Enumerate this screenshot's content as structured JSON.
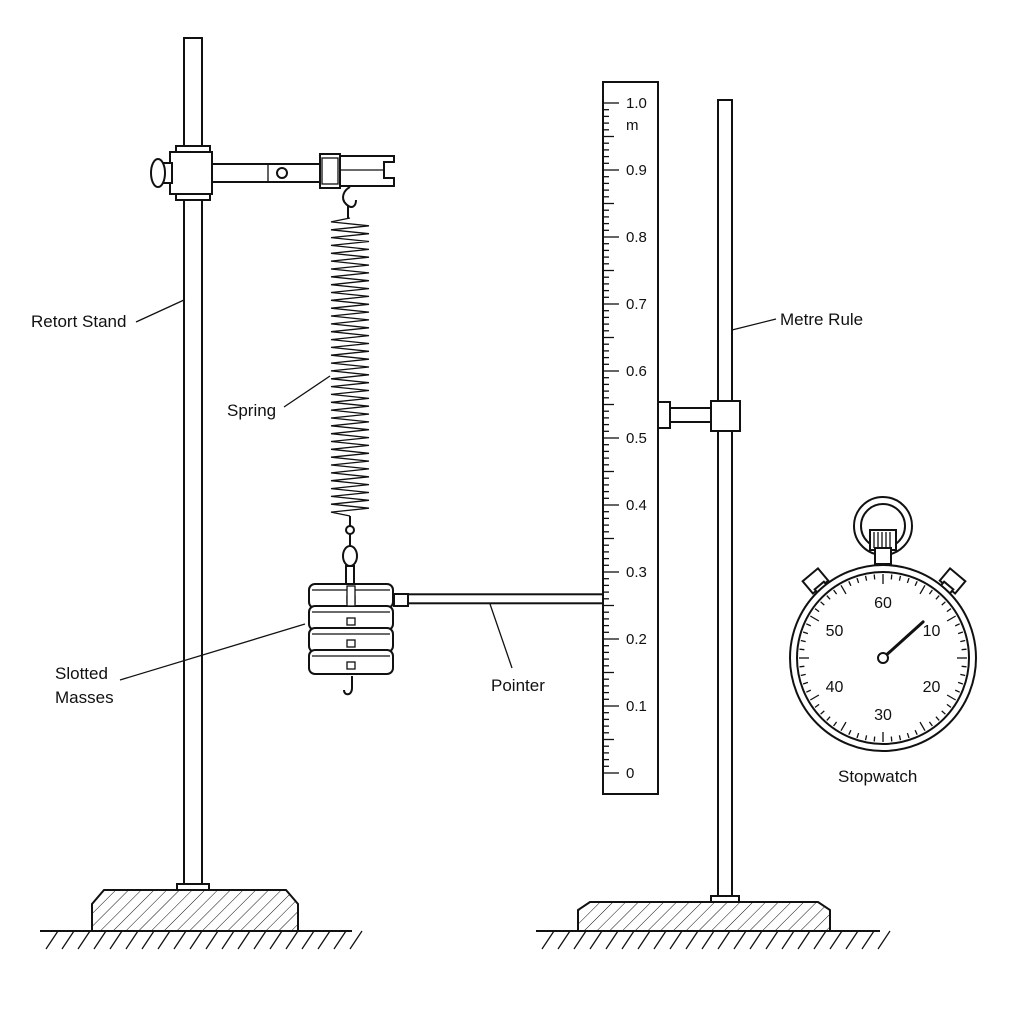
{
  "labels": {
    "retort_stand": "Retort Stand",
    "spring": "Spring",
    "slotted_masses_line1": "Slotted",
    "slotted_masses_line2": "Masses",
    "pointer": "Pointer",
    "metre_rule": "Metre Rule",
    "stopwatch": "Stopwatch"
  },
  "rule": {
    "unit": "m",
    "ticks": [
      "0",
      "0.1",
      "0.2",
      "0.3",
      "0.4",
      "0.5",
      "0.6",
      "0.7",
      "0.8",
      "0.9",
      "1.0"
    ],
    "pointer_reading": 0.26
  },
  "stopwatch": {
    "dial_labels": [
      "60",
      "10",
      "20",
      "30",
      "40",
      "50"
    ],
    "hand_reading_seconds": 8
  },
  "colors": {
    "ink": "#111111",
    "paper": "#ffffff"
  }
}
